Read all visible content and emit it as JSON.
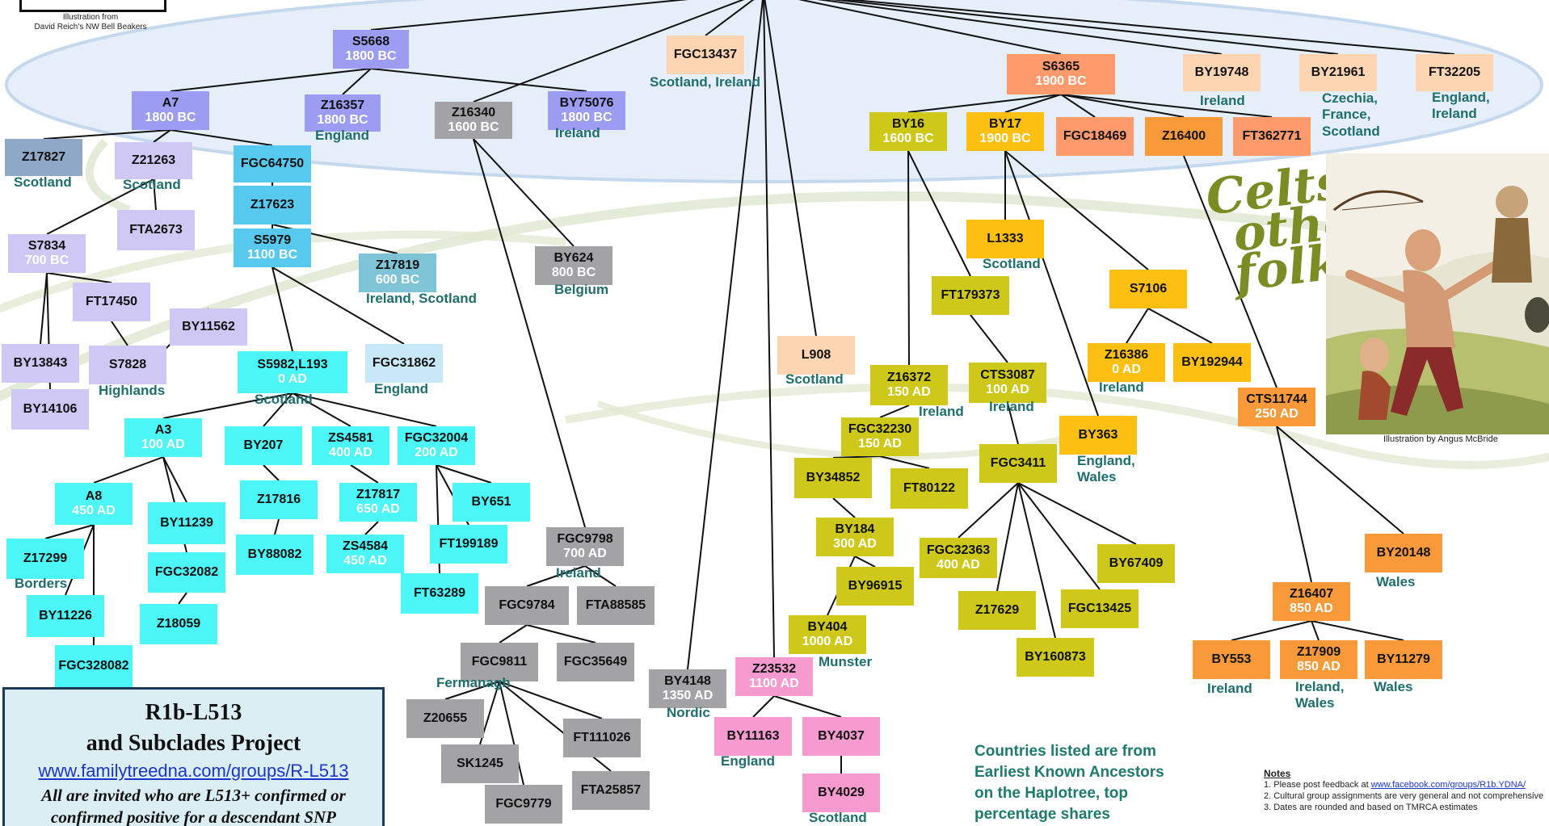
{
  "header": {
    "reich_caption": [
      "Illustration from",
      "David Reich's NW Bell Beakers"
    ]
  },
  "colors": {
    "violet": "#9b9cf2",
    "slate": "#8fa8c8",
    "lavender": "#cfc8f4",
    "sky": "#57c9ef",
    "lightblue": "#c8e8f8",
    "steel": "#7ec3d6",
    "cyan": "#4cf6f6",
    "gray": "#a3a3a5",
    "peach": "#fdd5b3",
    "salmon": "#ff9a6c",
    "orange": "#f99a3a",
    "gold": "#fcbf12",
    "olive": "#cdc81a",
    "pink": "#f79ad0",
    "location_text": "#1f6e6e",
    "date_text": "#ffffff"
  },
  "nodes": [
    {
      "id": "S5668",
      "label": "S5668",
      "date": "1800 BC",
      "color": "violet"
    },
    {
      "id": "A7",
      "label": "A7",
      "date": "1800 BC",
      "color": "violet"
    },
    {
      "id": "Z16357",
      "label": "Z16357",
      "date": "1800 BC",
      "color": "violet"
    },
    {
      "id": "Z16340",
      "label": "Z16340",
      "date": "1600 BC",
      "color": "gray"
    },
    {
      "id": "BY75076",
      "label": "BY75076",
      "date": "1800 BC",
      "color": "violet"
    },
    {
      "id": "FGC13437",
      "label": "FGC13437",
      "date": "",
      "color": "peach"
    },
    {
      "id": "Z17827",
      "label": "Z17827",
      "date": "",
      "color": "slate"
    },
    {
      "id": "Z21263",
      "label": "Z21263",
      "date": "",
      "color": "lavender"
    },
    {
      "id": "FGC64750",
      "label": "FGC64750",
      "date": "",
      "color": "sky"
    },
    {
      "id": "FTA2673",
      "label": "FTA2673",
      "date": "",
      "color": "lavender"
    },
    {
      "id": "Z17623",
      "label": "Z17623",
      "date": "",
      "color": "sky"
    },
    {
      "id": "S5979",
      "label": "S5979",
      "date": "1100 BC",
      "color": "sky"
    },
    {
      "id": "S7834",
      "label": "S7834",
      "date": "700 BC",
      "color": "lavender"
    },
    {
      "id": "Z17819",
      "label": "Z17819",
      "date": "600 BC",
      "color": "steel"
    },
    {
      "id": "BY624",
      "label": "BY624",
      "date": "800 BC",
      "color": "gray"
    },
    {
      "id": "FT17450",
      "label": "FT17450",
      "date": "",
      "color": "lavender"
    },
    {
      "id": "BY11562",
      "label": "BY11562",
      "date": "",
      "color": "lavender"
    },
    {
      "id": "BY13843",
      "label": "BY13843",
      "date": "",
      "color": "lavender"
    },
    {
      "id": "S7828",
      "label": "S7828",
      "date": "",
      "color": "lavender"
    },
    {
      "id": "S5982L193",
      "label": "S5982,L193",
      "date": "0 AD",
      "color": "cyan"
    },
    {
      "id": "FGC31862",
      "label": "FGC31862",
      "date": "",
      "color": "lightblue"
    },
    {
      "id": "BY14106",
      "label": "BY14106",
      "date": "",
      "color": "lavender"
    },
    {
      "id": "A3",
      "label": "A3",
      "date": "100 AD",
      "color": "cyan"
    },
    {
      "id": "BY207",
      "label": "BY207",
      "date": "",
      "color": "cyan"
    },
    {
      "id": "ZS4581",
      "label": "ZS4581",
      "date": "400 AD",
      "color": "cyan"
    },
    {
      "id": "FGC32004",
      "label": "FGC32004",
      "date": "200 AD",
      "color": "cyan"
    },
    {
      "id": "A8",
      "label": "A8",
      "date": "450 AD",
      "color": "cyan"
    },
    {
      "id": "Z17816",
      "label": "Z17816",
      "date": "",
      "color": "cyan"
    },
    {
      "id": "Z17817",
      "label": "Z17817",
      "date": "650 AD",
      "color": "cyan"
    },
    {
      "id": "BY651",
      "label": "BY651",
      "date": "",
      "color": "cyan"
    },
    {
      "id": "BY11239",
      "label": "BY11239",
      "date": "",
      "color": "cyan"
    },
    {
      "id": "BY88082",
      "label": "BY88082",
      "date": "",
      "color": "cyan"
    },
    {
      "id": "ZS4584",
      "label": "ZS4584",
      "date": "450 AD",
      "color": "cyan"
    },
    {
      "id": "FT199189",
      "label": "FT199189",
      "date": "",
      "color": "cyan"
    },
    {
      "id": "Z17299",
      "label": "Z17299",
      "date": "",
      "color": "cyan"
    },
    {
      "id": "FGC32082",
      "label": "FGC32082",
      "date": "",
      "color": "cyan"
    },
    {
      "id": "FT63289",
      "label": "FT63289",
      "date": "",
      "color": "cyan"
    },
    {
      "id": "BY11226",
      "label": "BY11226",
      "date": "",
      "color": "cyan"
    },
    {
      "id": "Z18059",
      "label": "Z18059",
      "date": "",
      "color": "cyan"
    },
    {
      "id": "FGC328082",
      "label": "FGC328082",
      "date": "",
      "color": "cyan"
    },
    {
      "id": "FGC9798",
      "label": "FGC9798",
      "date": "700 AD",
      "color": "gray"
    },
    {
      "id": "FGC9784",
      "label": "FGC9784",
      "date": "",
      "color": "gray"
    },
    {
      "id": "FTA88585",
      "label": "FTA88585",
      "date": "",
      "color": "gray"
    },
    {
      "id": "FGC9811",
      "label": "FGC9811",
      "date": "",
      "color": "gray"
    },
    {
      "id": "FGC35649",
      "label": "FGC35649",
      "date": "",
      "color": "gray"
    },
    {
      "id": "BY4148",
      "label": "BY4148",
      "date": "1350 AD",
      "color": "gray"
    },
    {
      "id": "Z20655",
      "label": "Z20655",
      "date": "",
      "color": "gray"
    },
    {
      "id": "FT111026",
      "label": "FT111026",
      "date": "",
      "color": "gray"
    },
    {
      "id": "SK1245",
      "label": "SK1245",
      "date": "",
      "color": "gray"
    },
    {
      "id": "FTA25857",
      "label": "FTA25857",
      "date": "",
      "color": "gray"
    },
    {
      "id": "FGC9779",
      "label": "FGC9779",
      "date": "",
      "color": "gray"
    },
    {
      "id": "L908",
      "label": "L908",
      "date": "",
      "color": "peach"
    },
    {
      "id": "Z23532",
      "label": "Z23532",
      "date": "1100 AD",
      "color": "pink"
    },
    {
      "id": "BY11163",
      "label": "BY11163",
      "date": "",
      "color": "pink"
    },
    {
      "id": "BY4037",
      "label": "BY4037",
      "date": "",
      "color": "pink"
    },
    {
      "id": "BY4029",
      "label": "BY4029",
      "date": "",
      "color": "pink"
    },
    {
      "id": "S6365",
      "label": "S6365",
      "date": "1900 BC",
      "color": "salmon"
    },
    {
      "id": "BY19748",
      "label": "BY19748",
      "date": "",
      "color": "peach"
    },
    {
      "id": "BY21961",
      "label": "BY21961",
      "date": "",
      "color": "peach"
    },
    {
      "id": "FT32205",
      "label": "FT32205",
      "date": "",
      "color": "peach"
    },
    {
      "id": "BY16",
      "label": "BY16",
      "date": "1600 BC",
      "color": "olive"
    },
    {
      "id": "BY17",
      "label": "BY17",
      "date": "1900 BC",
      "color": "gold"
    },
    {
      "id": "FGC18469",
      "label": "FGC18469",
      "date": "",
      "color": "salmon"
    },
    {
      "id": "Z16400",
      "label": "Z16400",
      "date": "",
      "color": "orange"
    },
    {
      "id": "FT362771",
      "label": "FT362771",
      "date": "",
      "color": "salmon"
    },
    {
      "id": "L1333",
      "label": "L1333",
      "date": "",
      "color": "gold"
    },
    {
      "id": "FT179373",
      "label": "FT179373",
      "date": "",
      "color": "olive"
    },
    {
      "id": "S7106",
      "label": "S7106",
      "date": "",
      "color": "gold"
    },
    {
      "id": "Z16372",
      "label": "Z16372",
      "date": "150 AD",
      "color": "olive"
    },
    {
      "id": "CTS3087",
      "label": "CTS3087",
      "date": "100 AD",
      "color": "olive"
    },
    {
      "id": "Z16386",
      "label": "Z16386",
      "date": "0 AD",
      "color": "gold"
    },
    {
      "id": "BY192944",
      "label": "BY192944",
      "date": "",
      "color": "gold"
    },
    {
      "id": "FGC32230",
      "label": "FGC32230",
      "date": "150 AD",
      "color": "olive"
    },
    {
      "id": "BY363",
      "label": "BY363",
      "date": "",
      "color": "gold"
    },
    {
      "id": "CTS11744",
      "label": "CTS11744",
      "date": "250 AD",
      "color": "orange"
    },
    {
      "id": "FGC3411",
      "label": "FGC3411",
      "date": "",
      "color": "olive"
    },
    {
      "id": "BY34852",
      "label": "BY34852",
      "date": "",
      "color": "olive"
    },
    {
      "id": "FT80122",
      "label": "FT80122",
      "date": "",
      "color": "olive"
    },
    {
      "id": "BY184",
      "label": "BY184",
      "date": "300 AD",
      "color": "olive"
    },
    {
      "id": "FGC32363",
      "label": "FGC32363",
      "date": "400 AD",
      "color": "olive"
    },
    {
      "id": "BY67409",
      "label": "BY67409",
      "date": "",
      "color": "olive"
    },
    {
      "id": "BY96915",
      "label": "BY96915",
      "date": "",
      "color": "olive"
    },
    {
      "id": "Z17629",
      "label": "Z17629",
      "date": "",
      "color": "olive"
    },
    {
      "id": "FGC13425",
      "label": "FGC13425",
      "date": "",
      "color": "olive"
    },
    {
      "id": "BY20148",
      "label": "BY20148",
      "date": "",
      "color": "orange"
    },
    {
      "id": "BY404",
      "label": "BY404",
      "date": "1000 AD",
      "color": "olive"
    },
    {
      "id": "BY160873",
      "label": "BY160873",
      "date": "",
      "color": "olive"
    },
    {
      "id": "Z16407",
      "label": "Z16407",
      "date": "850 AD",
      "color": "orange"
    },
    {
      "id": "BY553",
      "label": "BY553",
      "date": "",
      "color": "orange"
    },
    {
      "id": "Z17909",
      "label": "Z17909",
      "date": "850 AD",
      "color": "orange"
    },
    {
      "id": "BY11279",
      "label": "BY11279",
      "date": "",
      "color": "orange"
    }
  ],
  "edges": [
    [
      "ROOT",
      "S5668"
    ],
    [
      "ROOT",
      "FGC13437"
    ],
    [
      "ROOT",
      "Z16340"
    ],
    [
      "ROOT",
      "L908"
    ],
    [
      "ROOT",
      "Z23532"
    ],
    [
      "ROOT",
      "S6365"
    ],
    [
      "ROOT",
      "BY19748"
    ],
    [
      "ROOT",
      "BY21961"
    ],
    [
      "ROOT",
      "FT32205"
    ],
    [
      "ROOT",
      "BY4148"
    ],
    [
      "S5668",
      "A7"
    ],
    [
      "S5668",
      "Z16357"
    ],
    [
      "S5668",
      "BY75076"
    ],
    [
      "A7",
      "Z17827"
    ],
    [
      "A7",
      "Z21263"
    ],
    [
      "A7",
      "FGC64750"
    ],
    [
      "Z21263",
      "S7834"
    ],
    [
      "Z21263",
      "FTA2673"
    ],
    [
      "FGC64750",
      "Z17623"
    ],
    [
      "Z17623",
      "S5979"
    ],
    [
      "Z17623",
      "Z17819"
    ],
    [
      "S5979",
      "S5982L193"
    ],
    [
      "S5979",
      "FGC31862"
    ],
    [
      "S7834",
      "BY13843"
    ],
    [
      "S7834",
      "BY14106"
    ],
    [
      "S7834",
      "FT17450"
    ],
    [
      "FT17450",
      "S7828"
    ],
    [
      "S7828",
      "BY11562"
    ],
    [
      "S5982L193",
      "A3"
    ],
    [
      "S5982L193",
      "BY207"
    ],
    [
      "S5982L193",
      "ZS4581"
    ],
    [
      "S5982L193",
      "FGC32004"
    ],
    [
      "A3",
      "A8"
    ],
    [
      "A3",
      "BY11239"
    ],
    [
      "A3",
      "FGC32082"
    ],
    [
      "A8",
      "Z17299"
    ],
    [
      "A8",
      "BY11226"
    ],
    [
      "A8",
      "FGC328082"
    ],
    [
      "FGC32082",
      "Z18059"
    ],
    [
      "BY207",
      "Z17816"
    ],
    [
      "Z17816",
      "BY88082"
    ],
    [
      "ZS4581",
      "Z17817"
    ],
    [
      "Z17817",
      "ZS4584"
    ],
    [
      "FGC32004",
      "BY651"
    ],
    [
      "FGC32004",
      "FT199189"
    ],
    [
      "FGC32004",
      "FT63289"
    ],
    [
      "Z16340",
      "BY624"
    ],
    [
      "Z16340",
      "FGC9798"
    ],
    [
      "FGC9798",
      "FGC9784"
    ],
    [
      "FGC9798",
      "FTA88585"
    ],
    [
      "FGC9784",
      "FGC9811"
    ],
    [
      "FGC9784",
      "FGC35649"
    ],
    [
      "FGC9811",
      "Z20655"
    ],
    [
      "FGC9811",
      "SK1245"
    ],
    [
      "FGC9811",
      "FGC9779"
    ],
    [
      "FGC9811",
      "FT111026"
    ],
    [
      "FGC9811",
      "FTA25857"
    ],
    [
      "Z23532",
      "BY11163"
    ],
    [
      "Z23532",
      "BY4037"
    ],
    [
      "BY4037",
      "BY4029"
    ],
    [
      "S6365",
      "BY16"
    ],
    [
      "S6365",
      "BY17"
    ],
    [
      "S6365",
      "FGC18469"
    ],
    [
      "S6365",
      "Z16400"
    ],
    [
      "S6365",
      "FT362771"
    ],
    [
      "BY16",
      "Z16372"
    ],
    [
      "BY16",
      "FT179373"
    ],
    [
      "BY17",
      "L1333"
    ],
    [
      "BY17",
      "S7106"
    ],
    [
      "BY17",
      "BY363"
    ],
    [
      "FT179373",
      "CTS3087"
    ],
    [
      "CTS3087",
      "FGC3411"
    ],
    [
      "S7106",
      "Z16386"
    ],
    [
      "S7106",
      "BY192944"
    ],
    [
      "Z16372",
      "FGC32230"
    ],
    [
      "FGC32230",
      "BY34852"
    ],
    [
      "FGC32230",
      "FT80122"
    ],
    [
      "BY34852",
      "BY184"
    ],
    [
      "BY184",
      "BY96915"
    ],
    [
      "BY184",
      "BY404"
    ],
    [
      "FGC3411",
      "FGC32363"
    ],
    [
      "FGC3411",
      "Z17629"
    ],
    [
      "FGC3411",
      "BY160873"
    ],
    [
      "FGC3411",
      "FGC13425"
    ],
    [
      "FGC3411",
      "BY67409"
    ],
    [
      "Z16400",
      "CTS11744"
    ],
    [
      "CTS11744",
      "Z16407"
    ],
    [
      "CTS11744",
      "BY20148"
    ],
    [
      "Z16407",
      "BY553"
    ],
    [
      "Z16407",
      "Z17909"
    ],
    [
      "Z16407",
      "BY11279"
    ]
  ],
  "locations": [
    {
      "id": "loc-z16357",
      "text": "England"
    },
    {
      "id": "loc-by75076",
      "text": "Ireland"
    },
    {
      "id": "loc-fgc13437",
      "text": "Scotland, Ireland"
    },
    {
      "id": "loc-z17827",
      "text": "Scotland"
    },
    {
      "id": "loc-z21263",
      "text": "Scotland"
    },
    {
      "id": "loc-z17819",
      "text": "Ireland, Scotland"
    },
    {
      "id": "loc-by624",
      "text": "Belgium"
    },
    {
      "id": "loc-s7828",
      "text": "Highlands"
    },
    {
      "id": "loc-s5982",
      "text": "Scotland"
    },
    {
      "id": "loc-fgc31862",
      "text": "England"
    },
    {
      "id": "loc-z17299",
      "text": "Borders"
    },
    {
      "id": "loc-fgc9798",
      "text": "Ireland"
    },
    {
      "id": "loc-fgc9811",
      "text": "Fermanagh"
    },
    {
      "id": "loc-by4148",
      "text": "Nordic"
    },
    {
      "id": "loc-l908",
      "text": "Scotland"
    },
    {
      "id": "loc-by11163",
      "text": "England"
    },
    {
      "id": "loc-by4029",
      "text": "Scotland"
    },
    {
      "id": "loc-by19748",
      "text": "Ireland"
    },
    {
      "id": "loc-by21961",
      "text": "Czechia,\nFrance,\nScotland"
    },
    {
      "id": "loc-ft32205",
      "text": "England,\nIreland"
    },
    {
      "id": "loc-l1333",
      "text": "Scotland"
    },
    {
      "id": "loc-z16372",
      "text": "Ireland"
    },
    {
      "id": "loc-cts3087",
      "text": "Ireland"
    },
    {
      "id": "loc-z16386",
      "text": "Ireland"
    },
    {
      "id": "loc-by363",
      "text": "England,\nWales"
    },
    {
      "id": "loc-by404",
      "text": "Munster"
    },
    {
      "id": "loc-by20148",
      "text": "Wales"
    },
    {
      "id": "loc-by553",
      "text": "Ireland"
    },
    {
      "id": "loc-z17909",
      "text": "Ireland,\nWales"
    },
    {
      "id": "loc-by11279",
      "text": "Wales"
    }
  ],
  "celts_title": [
    "Celts &",
    "other",
    "folks"
  ],
  "illustration_credit": "Illustration by Angus McBride",
  "project": {
    "title_line1": "R1b-L513",
    "title_line2": "and Subclades Project",
    "url": "www.familytreedna.com/groups/R-L513",
    "invite": "All are invited who are L513+ confirmed or confirmed positive for a descendant SNP"
  },
  "countries_note": [
    "Countries listed are from",
    "Earliest Known Ancestors",
    "on the Haplotree, top",
    "percentage shares"
  ],
  "notes": {
    "title": "Notes",
    "line1_prefix": "1. Please post feedback at ",
    "line1_link": "www.facebook.com/groups/R1b.YDNA/",
    "line2": "2. Cultural group assignments are very general and not comprehensive",
    "line3": "3. Dates are rounded and based on TMRCA estimates"
  }
}
